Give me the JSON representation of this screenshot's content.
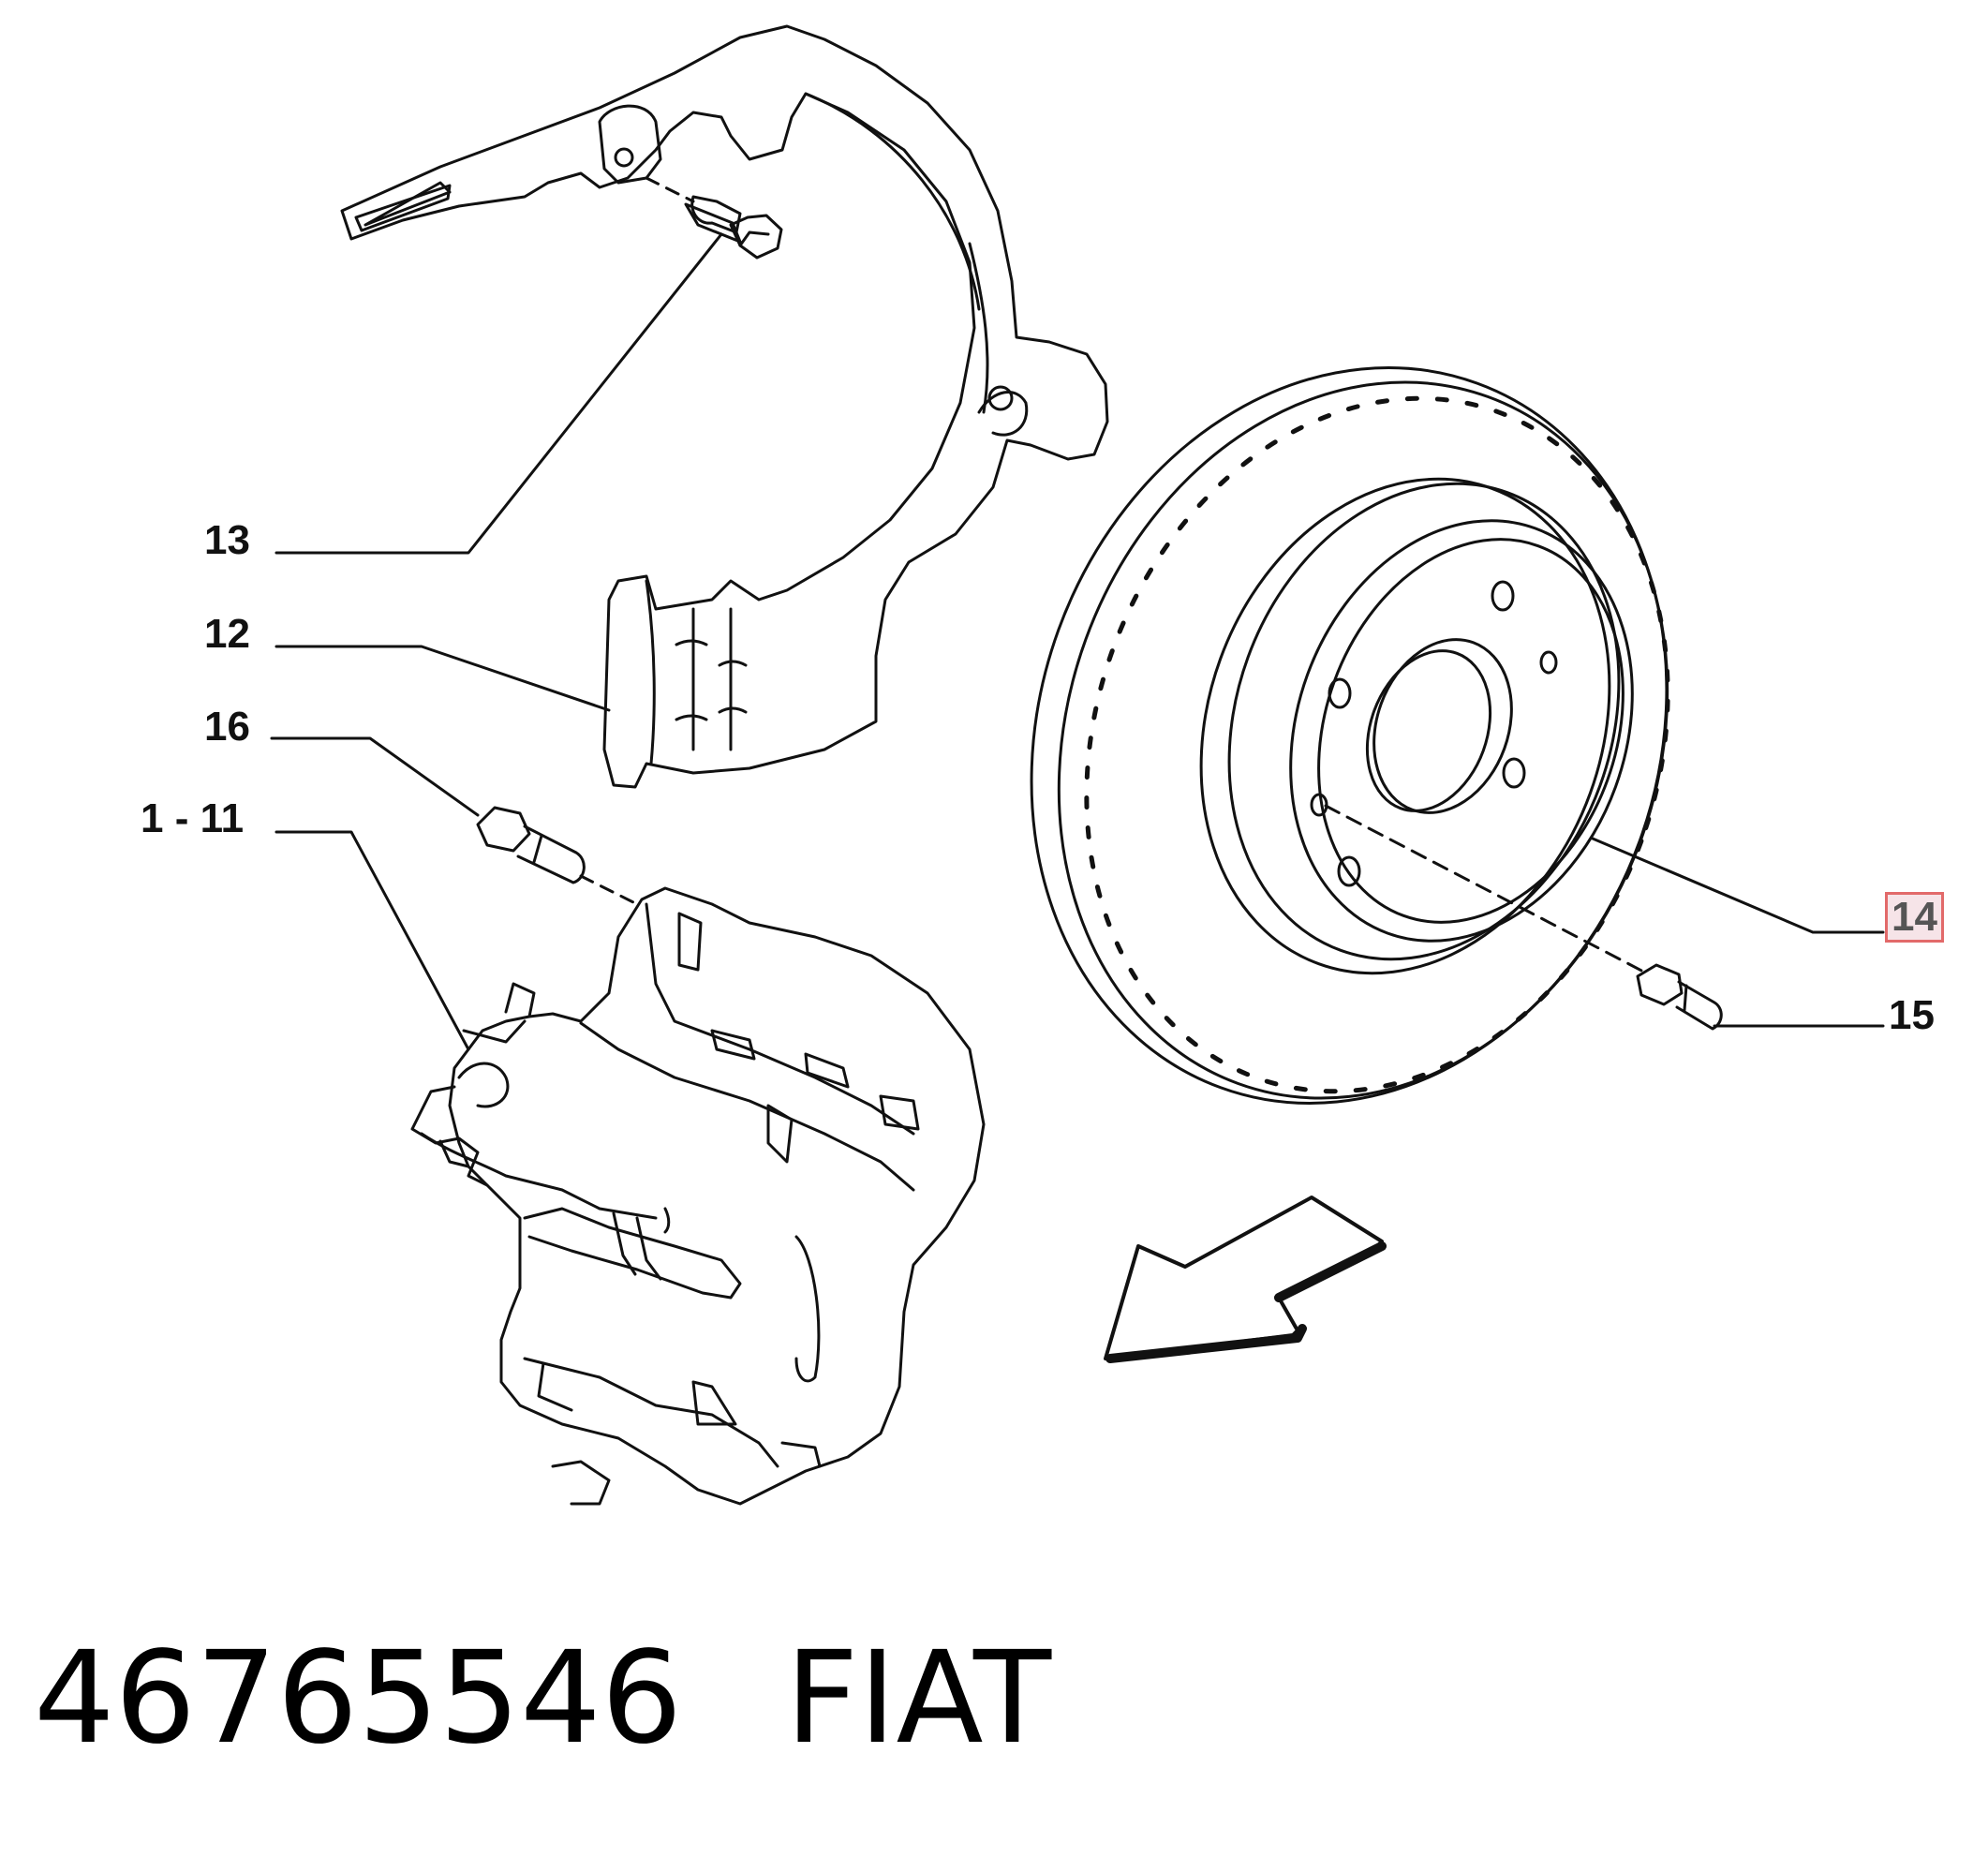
{
  "callouts": {
    "c13": "13",
    "c12": "12",
    "c16": "16",
    "c1_11": "1 - 11",
    "c14": "14",
    "c15": "15"
  },
  "caption": {
    "part_number": "46765546",
    "brand": "FIAT"
  },
  "colors": {
    "ink": "#111111",
    "highlight_border": "#e26a6a",
    "highlight_fill": "#f6e4e8"
  }
}
